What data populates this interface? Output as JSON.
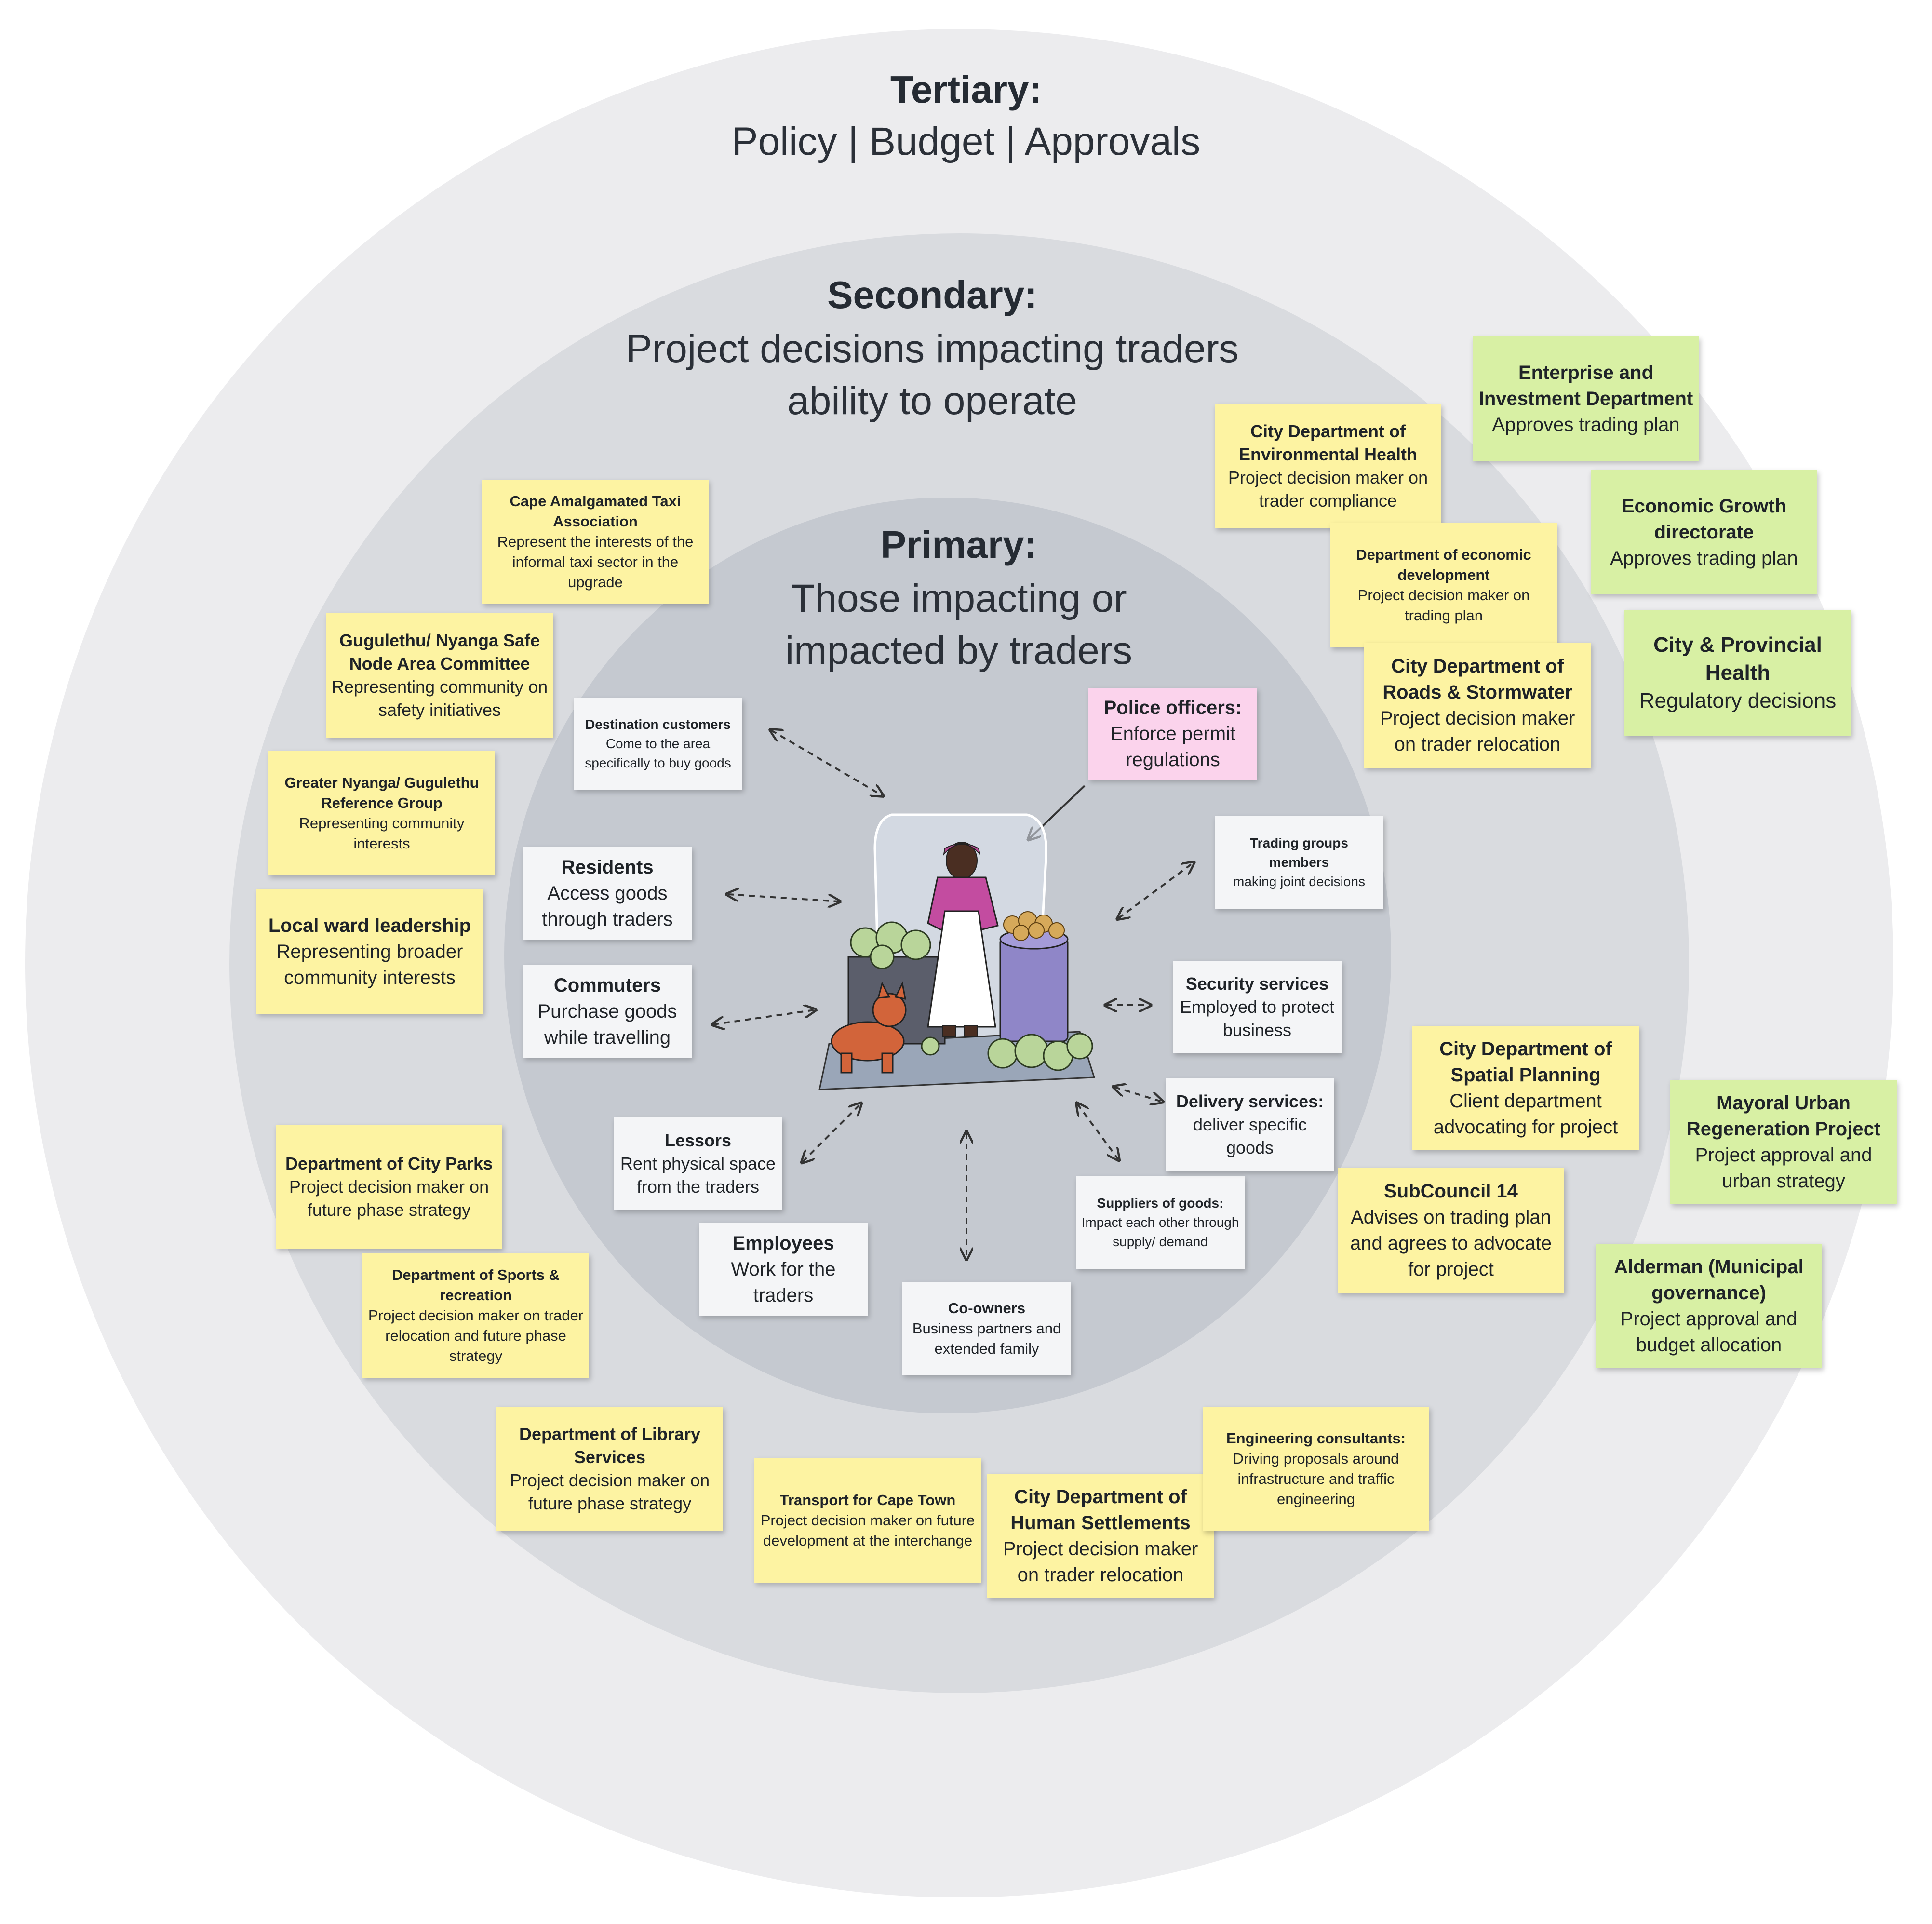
{
  "rings": {
    "tertiary": {
      "title": "Tertiary:",
      "subtitle": "Policy | Budget | Approvals"
    },
    "secondary": {
      "title": "Secondary:",
      "subtitle_l1": "Project decisions impacting traders",
      "subtitle_l2": "ability to operate"
    },
    "primary": {
      "title": "Primary:",
      "subtitle_l1": "Those impacting or",
      "subtitle_l2": "impacted by traders"
    }
  },
  "colors": {
    "tertiary": "#ececee",
    "secondary": "#d9dbdf",
    "primary": "#c5c9d0",
    "yellow_note": "#fdf3a2",
    "green_note": "#d8f0a4",
    "white_note": "#f4f5f7",
    "pink_note": "#fbd3ec"
  },
  "icons": [
    "trader-illustration-icon",
    "dog-icon",
    "cabbage-icon",
    "potato-basket-icon"
  ],
  "notes": {
    "enterprise": {
      "title": "Enterprise and Investment Department",
      "desc": "Approves trading plan"
    },
    "economic_growth": {
      "title": "Economic Growth directorate",
      "desc": "Approves trading plan"
    },
    "city_provincial_health": {
      "title": "City & Provincial Health",
      "desc": "Regulatory decisions"
    },
    "env_health": {
      "title": "City Department of Environmental Health",
      "desc": "Project decision maker on trader compliance"
    },
    "econ_dev": {
      "title": "Department of economic development",
      "desc": "Project decision maker on trading plan"
    },
    "roads": {
      "title": "City Department of Roads & Stormwater",
      "desc": "Project decision maker on trader relocation"
    },
    "taxi": {
      "title": "Cape Amalgamated Taxi Association",
      "desc": "Represent the interests of the informal taxi sector in the upgrade"
    },
    "safe_node": {
      "title": "Gugulethu/ Nyanga Safe Node Area Committee",
      "desc": "Representing community on safety initiatives"
    },
    "reference_group": {
      "title": "Greater Nyanga/ Gugulethu Reference Group",
      "desc": "Representing community interests"
    },
    "ward": {
      "title": "Local ward leadership",
      "desc": "Representing broader community interests"
    },
    "parks": {
      "title": "Department of City Parks",
      "desc": "Project decision maker on future phase strategy"
    },
    "sports": {
      "title": "Department of Sports & recreation",
      "desc": "Project decision maker on trader relocation and future phase strategy"
    },
    "library": {
      "title": "Department of Library Services",
      "desc": "Project decision maker on future phase strategy"
    },
    "transport": {
      "title": "Transport for Cape Town",
      "desc": "Project decision maker on future development at the interchange"
    },
    "human_settlements": {
      "title": "City Department of Human Settlements",
      "desc": "Project decision maker on trader relocation"
    },
    "engineering": {
      "title": "Engineering consultants:",
      "desc": "Driving proposals around infrastructure and traffic engineering"
    },
    "spatial": {
      "title": "City Department of Spatial Planning",
      "desc": "Client department advocating for project"
    },
    "subcouncil": {
      "title": "SubCouncil 14",
      "desc": "Advises on trading plan and agrees to advocate for project"
    },
    "mayoral": {
      "title": "Mayoral Urban Regeneration Project",
      "desc": "Project approval and urban strategy"
    },
    "alderman": {
      "title": "Alderman (Municipal governance)",
      "desc": "Project approval and budget allocation"
    },
    "police": {
      "title": "Police officers:",
      "desc": "Enforce permit regulations"
    },
    "destination": {
      "title": "Destination customers",
      "desc": "Come to the area specifically to buy goods"
    },
    "residents": {
      "title": "Residents",
      "desc": "Access goods through traders"
    },
    "commuters": {
      "title": "Commuters",
      "desc": "Purchase goods while travelling"
    },
    "lessors": {
      "title": "Lessors",
      "desc": "Rent physical space from the traders"
    },
    "employees": {
      "title": "Employees",
      "desc": "Work for the traders"
    },
    "coowners": {
      "title": "Co-owners",
      "desc": "Business partners and extended family"
    },
    "suppliers": {
      "title": "Suppliers of goods:",
      "desc": "Impact each other through supply/ demand"
    },
    "delivery": {
      "title": "Delivery services:",
      "desc": "deliver specific goods"
    },
    "security": {
      "title": "Security services",
      "desc": "Employed to protect business"
    },
    "trading_groups": {
      "title": "Trading groups members",
      "desc": "making joint decisions"
    }
  }
}
